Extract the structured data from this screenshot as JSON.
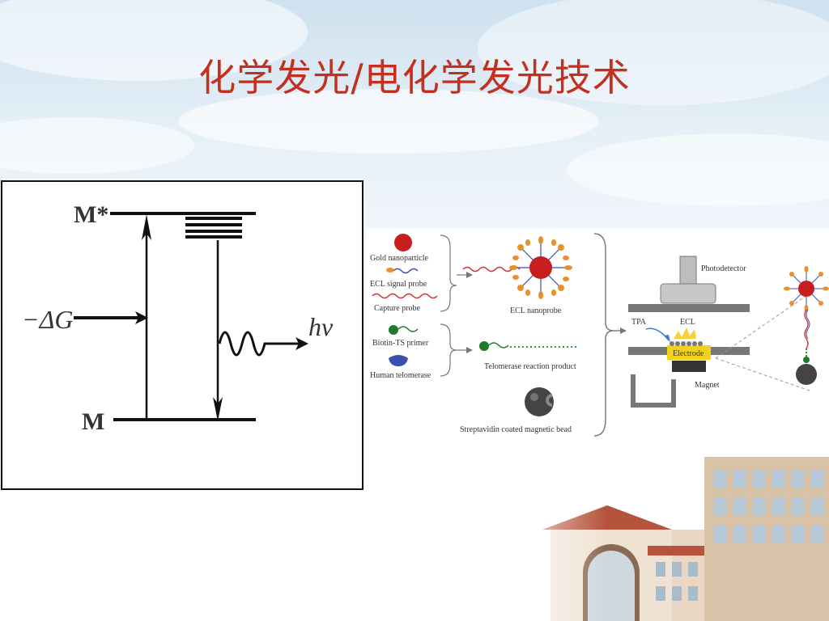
{
  "slide": {
    "title": "化学发光/电化学发光技术"
  },
  "energy_diagram": {
    "upper_level": "M*",
    "lower_level": "M",
    "delta_g": "−ΔG",
    "emission": "hν"
  },
  "scheme": {
    "gold_nanoparticle": "Gold nanoparticle",
    "ecl_signal_probe": "ECL signal probe",
    "capture_probe": "Capture  probe",
    "ecl_nanoprobe": "ECL nanoprobe",
    "biotin_ts_primer": "Biotin-TS primer",
    "human_telomerase": "Human telomerase",
    "telomerase_product": "Telomerase reaction product",
    "streptavidin_bead": "Streptavidin coated magnetic bead",
    "photodetector": "Photodetector",
    "tpa": "TPA",
    "ecl": "ECL",
    "electrode": "Electrode",
    "magnet": "Magnet"
  },
  "colors": {
    "title": "#c4301f",
    "gold_np": "#c81e1e",
    "ligand": "#e8902a",
    "signal_probe": "#3a4fb0",
    "capture_probe": "#d23030",
    "primer": "#1f7a2a",
    "electrode": "#f2d21c",
    "bead": "#444444"
  }
}
